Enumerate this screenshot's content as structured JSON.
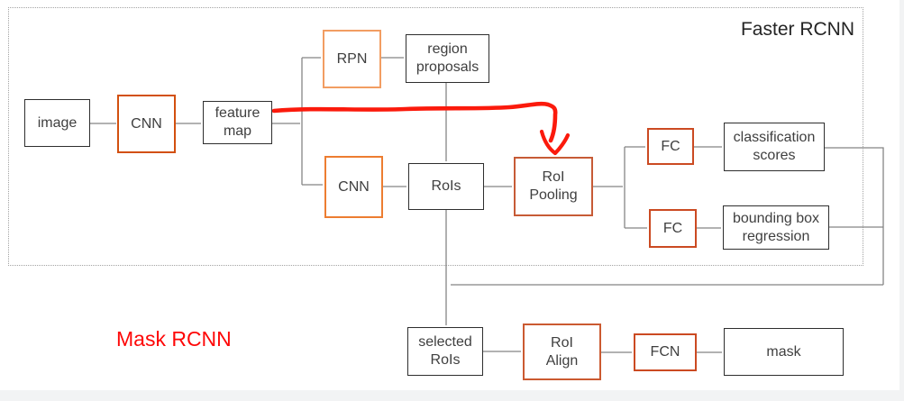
{
  "title_labels": {
    "faster_rcnn": "Faster RCNN",
    "mask_rcnn": "Mask RCNN"
  },
  "nodes": {
    "image": {
      "label": "image"
    },
    "cnn_backbone": {
      "label": "CNN"
    },
    "feature_map": {
      "label": "feature\nmap"
    },
    "rpn": {
      "label": "RPN"
    },
    "region_proposals": {
      "label": "region\nproposals"
    },
    "cnn_head": {
      "label": "CNN"
    },
    "rois": {
      "label": "RoIs"
    },
    "roi_pooling": {
      "label": "RoI\nPooling"
    },
    "fc_classification": {
      "label": "FC"
    },
    "classification_scores": {
      "label": "classification\nscores"
    },
    "fc_regression": {
      "label": "FC"
    },
    "bounding_box_regression": {
      "label": "bounding box\nregression"
    },
    "selected_rois": {
      "label": "selected\nRoIs"
    },
    "roi_align": {
      "label": "RoI\nAlign"
    },
    "fcn": {
      "label": "FCN"
    },
    "mask": {
      "label": "mask"
    }
  },
  "colors": {
    "annotation_red": "#fb1a0c",
    "mask_rcnn_label_red": "#fe0707",
    "orange_dark": "#d2500f",
    "orange_mid": "#ed7d31",
    "orange_light": "#f29d62",
    "orange_pool": "#c75b36",
    "orange_fc": "#cb4a22",
    "orange_align": "#cb5a31",
    "box_border_black": "#2e2e2e",
    "connector_gray": "#858585",
    "boundary_dotted_gray": "#a3a3a3"
  }
}
